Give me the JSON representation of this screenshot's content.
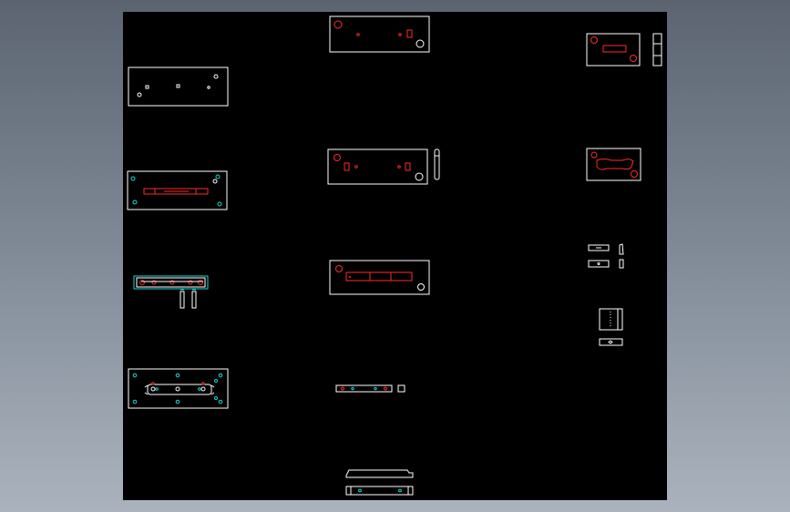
{
  "viewer": {
    "background_gradient": [
      "#5b6470",
      "#7d8794",
      "#aab3bd"
    ],
    "drawing_background": "#000000"
  },
  "colors": {
    "outline": "#ffffff",
    "feature": "#ff2a2a",
    "dimension": "#18d6d6"
  },
  "drawing": {
    "views": [
      "plate-view-left-1",
      "plate-view-left-2",
      "plate-assembly-left-3",
      "plate-assembly-left-4",
      "plate-view-center-1",
      "plate-view-center-2",
      "plate-view-center-3",
      "strip-view-center-4",
      "base-view-center-5",
      "plate-view-right-1",
      "plate-view-right-2",
      "small-parts-right-3",
      "block-view-right-4"
    ]
  }
}
